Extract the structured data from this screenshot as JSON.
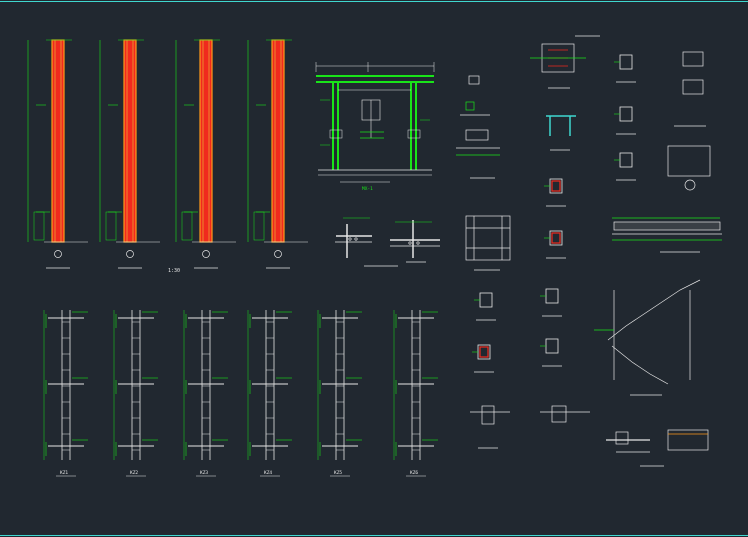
{
  "drawing": {
    "background": "#212830",
    "colors": {
      "frame": "#3fd7cf",
      "green": "#19e419",
      "white": "#e6e6e6",
      "red": "#f02a1e",
      "orange": "#ff9a1a",
      "yellow": "#e6e63c",
      "gray": "#9aa0a6"
    },
    "labels": {
      "column_scale": "1:30",
      "frame_title": "MX-1",
      "column_ids": [
        "KZ1",
        "KZ2",
        "KZ3",
        "KZ4",
        "KZ5",
        "KZ6"
      ]
    }
  }
}
